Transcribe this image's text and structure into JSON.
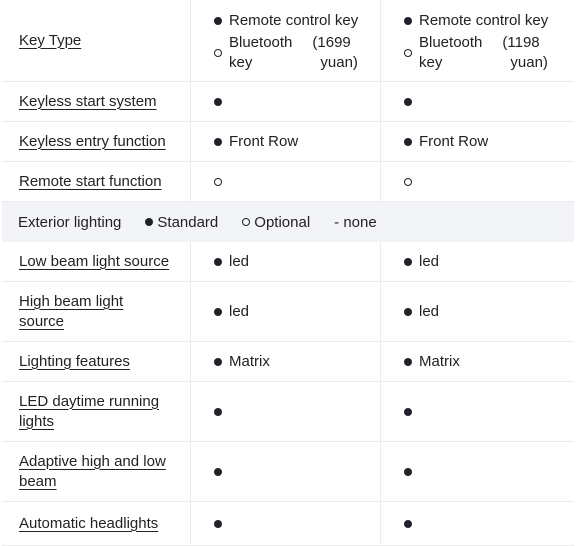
{
  "key_type": {
    "label": "Key Type",
    "col1": {
      "opt1": "Remote control key",
      "bt_word": "Bluetooth",
      "bt_key": "key",
      "bt_price_a": "(1699",
      "bt_price_b": "yuan)"
    },
    "col2": {
      "opt1": "Remote control key",
      "bt_word": "Bluetooth",
      "bt_key": "key",
      "bt_price_a": "(1198",
      "bt_price_b": "yuan)"
    }
  },
  "keyless_start": {
    "label": "Keyless start system"
  },
  "keyless_entry": {
    "label": "Keyless entry function",
    "col1": "Front Row",
    "col2": "Front Row"
  },
  "remote_start": {
    "label": "Remote start function"
  },
  "section": {
    "title": "Exterior lighting",
    "standard": "Standard",
    "optional": "Optional",
    "none": "- none"
  },
  "low_beam": {
    "label": "Low beam light source",
    "col1": "led",
    "col2": "led"
  },
  "high_beam": {
    "label_line1": "High beam light",
    "label_line2": "source",
    "col1": "led",
    "col2": "led"
  },
  "lighting_features": {
    "label": "Lighting features",
    "col1": "Matrix",
    "col2": "Matrix"
  },
  "drl": {
    "label_line1": "LED daytime running",
    "label_line2": "lights"
  },
  "adaptive_beam": {
    "label_line1": "Adaptive high and low",
    "label_line2": "beam"
  },
  "auto_headlights": {
    "label": "Automatic headlights"
  }
}
